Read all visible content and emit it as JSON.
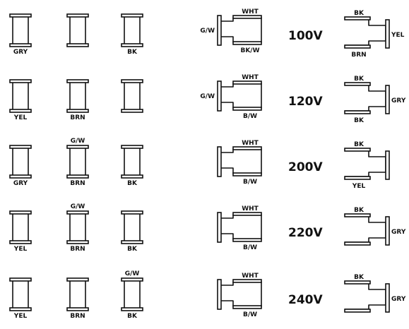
{
  "rows": [
    {
      "voltage": "100V",
      "left_jumpers": [
        {
          "top": "",
          "bottom": "GRY"
        },
        {
          "top": "",
          "bottom": ""
        },
        {
          "top": "",
          "bottom": "BK"
        }
      ],
      "tee_a": {
        "top": "WHT",
        "side": "G/W",
        "bottom": "BK/W"
      },
      "tee_b": {
        "top": "BK",
        "side": "YEL",
        "bottom": "BRN"
      }
    },
    {
      "voltage": "120V",
      "left_jumpers": [
        {
          "top": "",
          "bottom": "YEL"
        },
        {
          "top": "",
          "bottom": "BRN"
        },
        {
          "top": "",
          "bottom": ""
        }
      ],
      "tee_a": {
        "top": "WHT",
        "side": "G/W",
        "bottom": "B/W"
      },
      "tee_b": {
        "top": "BK",
        "side": "GRY",
        "bottom": "BK"
      }
    },
    {
      "voltage": "200V",
      "left_jumpers": [
        {
          "top": "",
          "bottom": "GRY"
        },
        {
          "top": "G/W",
          "bottom": "BRN"
        },
        {
          "top": "",
          "bottom": "BK"
        }
      ],
      "tee_a": {
        "top": "WHT",
        "side": "",
        "bottom": "B/W"
      },
      "tee_b": {
        "top": "BK",
        "side": "",
        "bottom": "YEL"
      }
    },
    {
      "voltage": "220V",
      "left_jumpers": [
        {
          "top": "",
          "bottom": "YEL"
        },
        {
          "top": "G/W",
          "bottom": "BRN"
        },
        {
          "top": "",
          "bottom": "BK"
        }
      ],
      "tee_a": {
        "top": "WHT",
        "side": "",
        "bottom": "B/W"
      },
      "tee_b": {
        "top": "BK",
        "side": "GRY",
        "bottom": ""
      }
    },
    {
      "voltage": "240V",
      "left_jumpers": [
        {
          "top": "",
          "bottom": "YEL"
        },
        {
          "top": "",
          "bottom": "BRN"
        },
        {
          "top": "G/W",
          "bottom": "BK"
        }
      ],
      "tee_a": {
        "top": "WHT",
        "side": "",
        "bottom": "B/W"
      },
      "tee_b": {
        "top": "BK",
        "side": "GRY",
        "bottom": ""
      }
    }
  ]
}
